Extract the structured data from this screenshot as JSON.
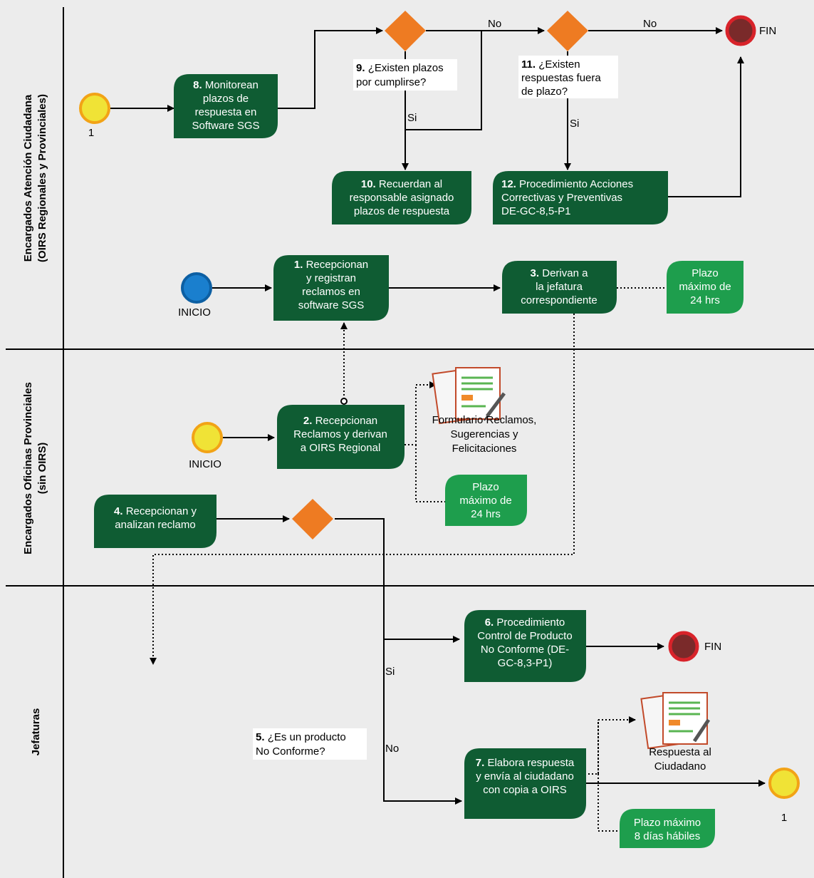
{
  "colors": {
    "lane_bg": "#ececec",
    "task_dark_green": "#0f5c33",
    "note_green": "#1e9e4d",
    "gateway_orange": "#ee7b22",
    "start_yellow": "#f0e336",
    "start_ring": "#f2a316",
    "start_blue": "#1a7fce",
    "end_red_ring": "#d8232a",
    "end_fill": "#7a2a2a"
  },
  "lanes": [
    {
      "id": "lane1",
      "label_line1": "Encargados Atención Ciudadana",
      "label_line2": "(OIRS Regionales y Provinciales)"
    },
    {
      "id": "lane2",
      "label_line1": "Encargados Oficinas Provinciales",
      "label_line2": "(sin OIRS)"
    },
    {
      "id": "lane3",
      "label_line1": "Jefaturas",
      "label_line2": ""
    }
  ],
  "tasks": {
    "t1": {
      "num": "1.",
      "lines": [
        "Recepcionan",
        "y registran",
        "reclamos en",
        "software SGS"
      ]
    },
    "t2": {
      "num": "2.",
      "lines": [
        "Recepcionan",
        "Reclamos y derivan",
        "a OIRS Regional"
      ]
    },
    "t3": {
      "num": "3.",
      "lines": [
        "Derivan a",
        "la jefatura",
        "correspondiente"
      ]
    },
    "t4": {
      "num": "4.",
      "lines": [
        "Recepcionan y",
        "analizan reclamo"
      ]
    },
    "t6": {
      "num": "6.",
      "lines": [
        "Procedimiento",
        "Control de Producto",
        "No Conforme (DE-",
        "GC-8,3-P1)"
      ]
    },
    "t7": {
      "num": "7.",
      "lines": [
        "Elabora respuesta",
        "y envía al ciudadano",
        "con copia a OIRS"
      ]
    },
    "t8": {
      "num": "8.",
      "lines": [
        "Monitorean",
        "plazos de",
        "respuesta en",
        "Software SGS"
      ]
    },
    "t10": {
      "num": "10.",
      "lines": [
        "Recuerdan al",
        "responsable asignado",
        "plazos de respuesta"
      ]
    },
    "t12": {
      "num": "12.",
      "lines": [
        "Procedimiento Acciones",
        "Correctivas y Preventivas",
        "DE-GC-8,5-P1"
      ]
    }
  },
  "notes": {
    "n1": {
      "lines": [
        "Plazo",
        "máximo de",
        "24 hrs"
      ]
    },
    "n2": {
      "lines": [
        "Plazo",
        "máximo de",
        "24 hrs"
      ]
    },
    "n3": {
      "lines": [
        "Plazo máximo",
        "8 días hábiles"
      ]
    }
  },
  "gateways": {
    "g5": {
      "num": "5.",
      "lines": [
        "¿Es un producto",
        "No Conforme?"
      ]
    },
    "g9": {
      "num": "9.",
      "lines": [
        "¿Existen plazos",
        "por cumplirse?"
      ]
    },
    "g11": {
      "num": "11.",
      "lines": [
        "¿Existen",
        "respuestas fuera",
        "de plazo?"
      ]
    }
  },
  "events": {
    "start_inicio_1": "INICIO",
    "start_inicio_2": "INICIO",
    "link_in": "1",
    "link_out": "1",
    "end_fin_top": "FIN",
    "end_fin_mid": "FIN"
  },
  "documents": {
    "doc1": {
      "lines": [
        "Formulario Reclamos,",
        "Sugerencias y",
        "Felicitaciones"
      ]
    },
    "doc2": {
      "lines": [
        "Respuesta al",
        "Ciudadano"
      ]
    }
  },
  "flow_labels": {
    "no_9": "No",
    "no_11": "No",
    "si_9": "Si",
    "si_11": "Si",
    "si_5": "Si",
    "no_5": "No"
  }
}
